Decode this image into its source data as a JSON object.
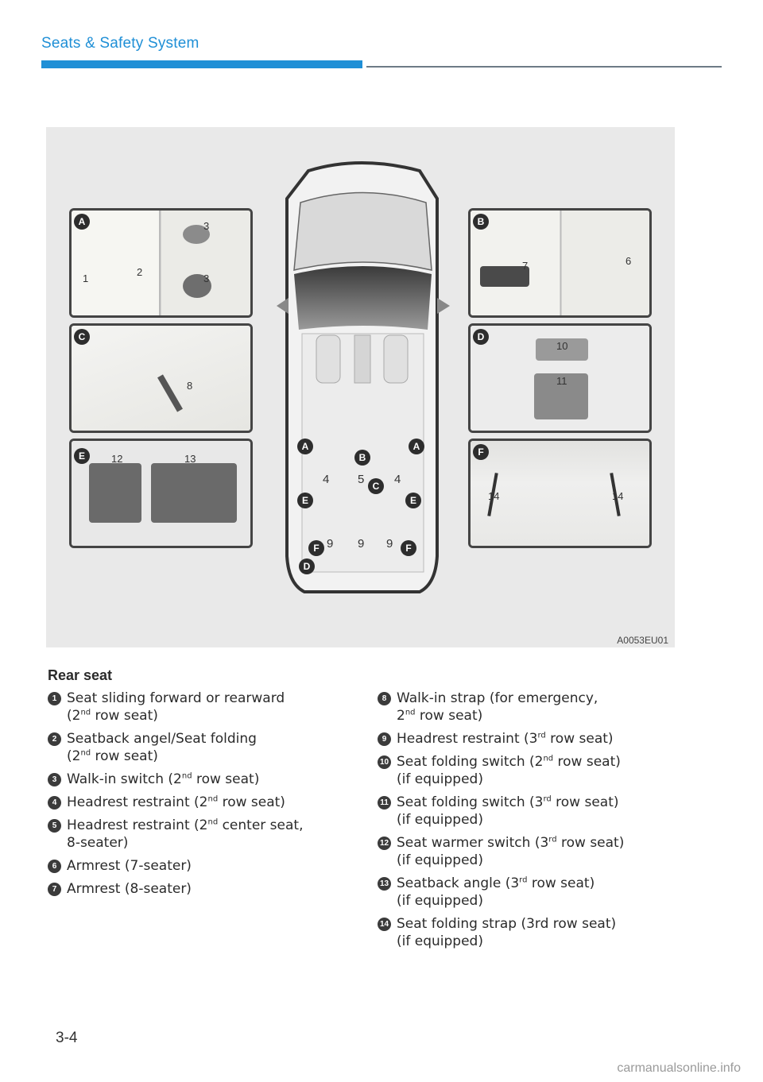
{
  "header": {
    "section_title": "Seats & Safety System"
  },
  "figure": {
    "code": "A0053EU01",
    "panel_labels": {
      "A": "A",
      "B": "B",
      "C": "C",
      "D": "D",
      "E": "E",
      "F": "F"
    },
    "callouts": {
      "n1": "1",
      "n2": "2",
      "n3": "3",
      "n4": "4",
      "n5": "5",
      "n6": "6",
      "n7": "7",
      "n8": "8",
      "n9": "9",
      "n10": "10",
      "n11": "11",
      "n12": "12",
      "n13": "13",
      "n14": "14"
    }
  },
  "content": {
    "heading": "Rear seat",
    "left_items": [
      {
        "marker": "1",
        "line1": "Seat sliding forward or rearward",
        "line2_pre": "(2",
        "line2_sup": "nd",
        "line2_post": " row seat)"
      },
      {
        "marker": "2",
        "line1": "Seatback angel/Seat folding",
        "line2_pre": "(2",
        "line2_sup": "nd",
        "line2_post": " row seat)"
      },
      {
        "marker": "3",
        "pre": "Walk-in switch (2",
        "sup": "nd",
        "post": " row seat)"
      },
      {
        "marker": "4",
        "pre": "Headrest restraint (2",
        "sup": "nd",
        "post": " row seat)"
      },
      {
        "marker": "5",
        "pre": "Headrest restraint (2",
        "sup": "nd",
        "post": " center seat,",
        "line2": "8-seater)"
      },
      {
        "marker": "6",
        "text": "Armrest (7-seater)"
      },
      {
        "marker": "7",
        "text": "Armrest (8-seater)"
      }
    ],
    "right_items": [
      {
        "marker": "8",
        "line1": "Walk-in strap (for emergency,",
        "line2_pre": "2",
        "line2_sup": "nd",
        "line2_post": " row seat)"
      },
      {
        "marker": "9",
        "pre": "Headrest restraint (3",
        "sup": "rd",
        "post": " row seat)"
      },
      {
        "marker": "10",
        "pre": "Seat folding switch (2",
        "sup": "nd",
        "post": " row seat)",
        "line2": "(if equipped)"
      },
      {
        "marker": "11",
        "pre": "Seat folding switch (3",
        "sup": "rd",
        "post": " row seat)",
        "line2": "(if equipped)"
      },
      {
        "marker": "12",
        "pre": "Seat warmer switch (3",
        "sup": "rd",
        "post": " row seat)",
        "line2": "(if equipped)"
      },
      {
        "marker": "13",
        "pre": "Seatback angle (3",
        "sup": "rd",
        "post": " row seat)",
        "line2": "(if equipped)"
      },
      {
        "marker": "14",
        "text": "Seat folding strap (3rd row seat)",
        "line2": "(if equipped)"
      }
    ]
  },
  "footer": {
    "page_number": "3-4",
    "watermark": "carmanualsonline.info"
  },
  "colors": {
    "accent": "#1f8fd6",
    "rule_gray": "#6d7a86"
  }
}
